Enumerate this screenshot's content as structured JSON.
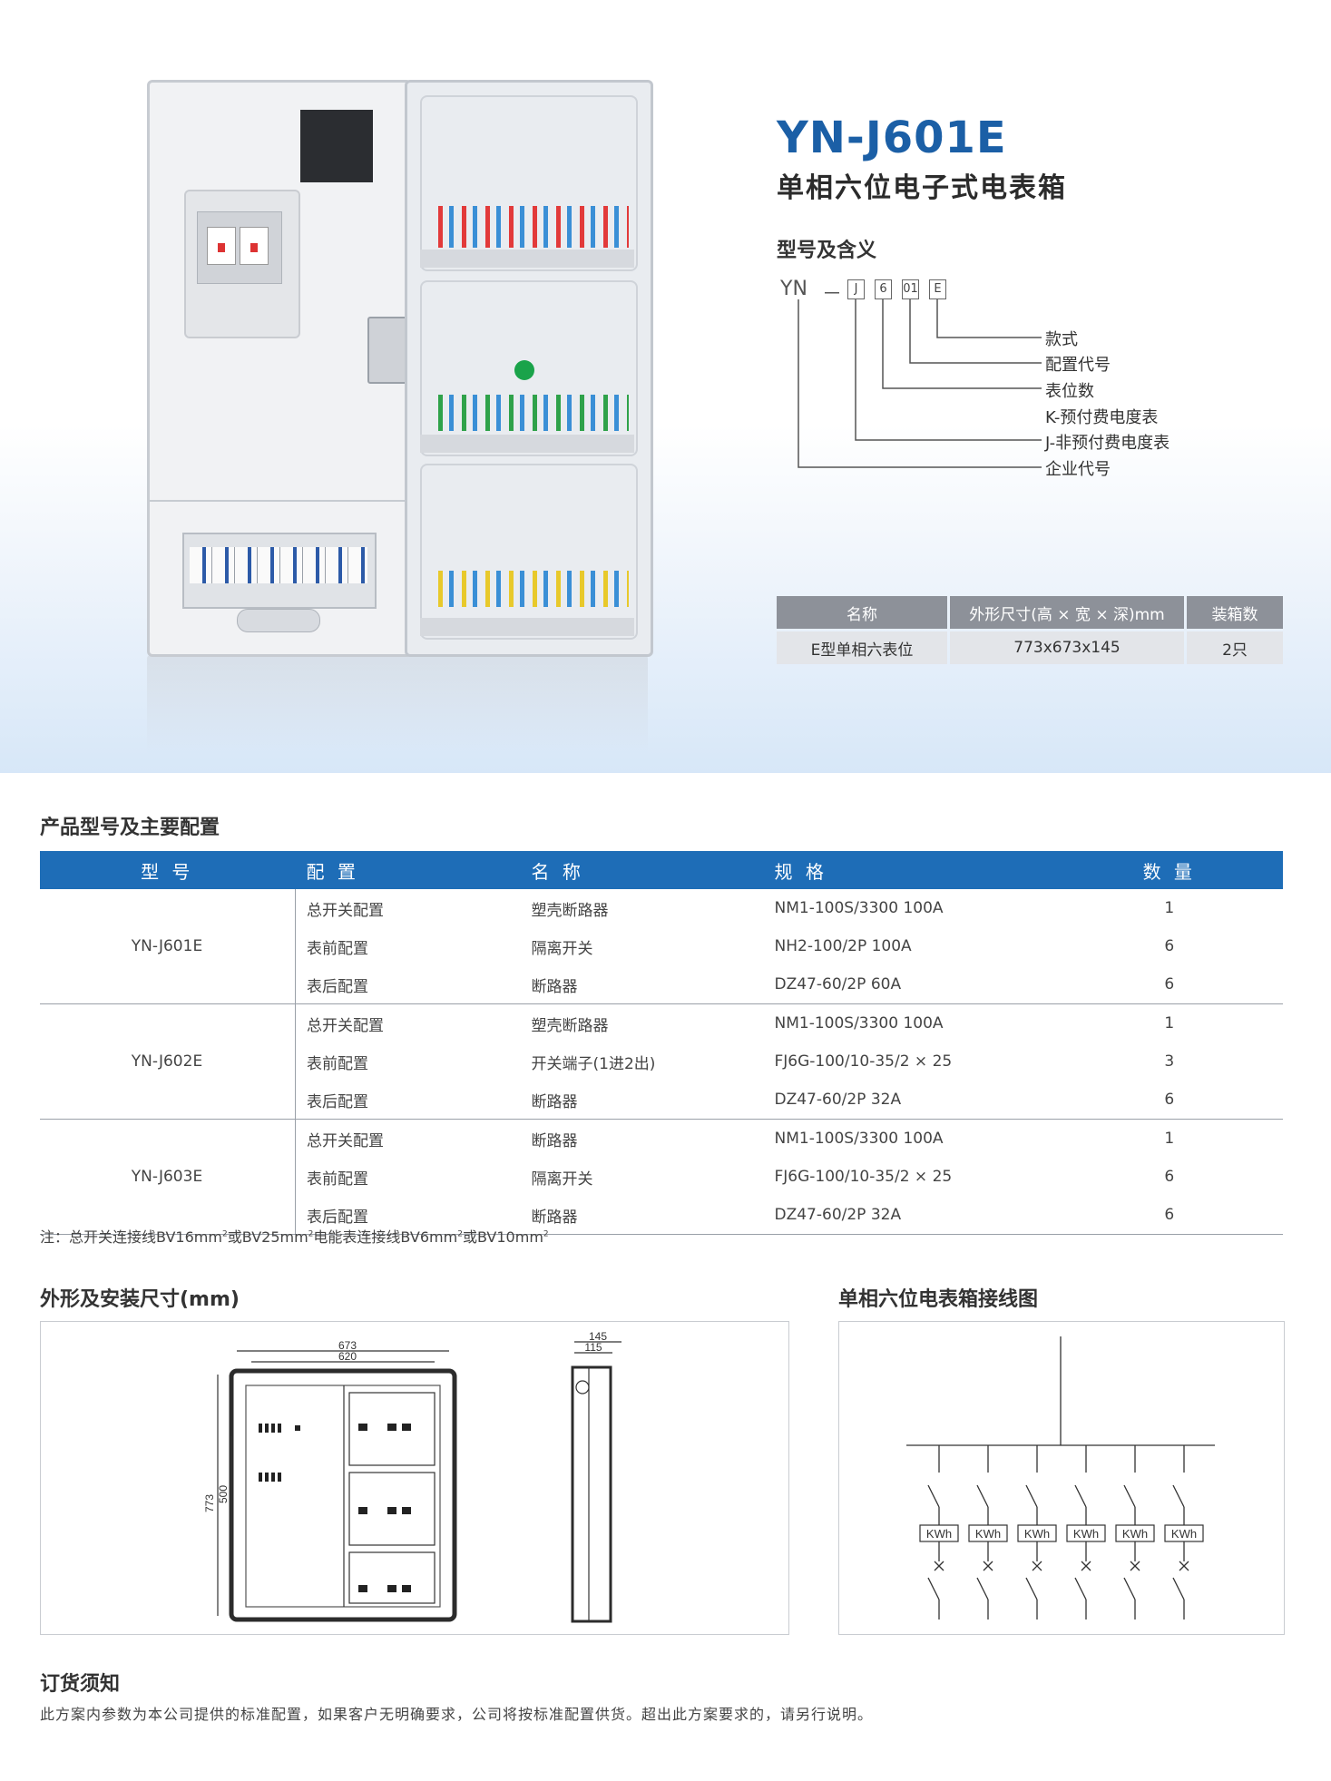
{
  "header": {
    "model": "YN-J601E",
    "subtitle": "单相六位电子式电表箱",
    "code_section_title": "型号及含义"
  },
  "code": {
    "prefix": "YN",
    "dash": "－",
    "boxes": [
      "J",
      "6",
      "01",
      "E"
    ],
    "labels": [
      "款式",
      "配置代号",
      "表位数",
      "K-预付费电度表",
      "J-非预付费电度表",
      "企业代号"
    ]
  },
  "spec_table": {
    "headers": [
      "名称",
      "外形尺寸(高 × 宽 × 深)mm",
      "装箱数"
    ],
    "row": [
      "E型单相六表位",
      "773x673x145",
      "2只"
    ]
  },
  "config": {
    "section_title": "产品型号及主要配置",
    "headers": [
      "型 号",
      "配 置",
      "名 称",
      "规 格",
      "数 量"
    ],
    "groups": [
      {
        "model": "YN-J601E",
        "rows": [
          [
            "总开关配置",
            "塑壳断路器",
            "NM1-100S/3300 100A",
            "1"
          ],
          [
            "表前配置",
            "隔离开关",
            "NH2-100/2P 100A",
            "6"
          ],
          [
            "表后配置",
            "断路器",
            "DZ47-60/2P 60A",
            "6"
          ]
        ]
      },
      {
        "model": "YN-J602E",
        "rows": [
          [
            "总开关配置",
            "塑壳断路器",
            "NM1-100S/3300 100A",
            "1"
          ],
          [
            "表前配置",
            "开关端子(1进2出)",
            "FJ6G-100/10-35/2 × 25",
            "3"
          ],
          [
            "表后配置",
            "断路器",
            "DZ47-60/2P 32A",
            "6"
          ]
        ]
      },
      {
        "model": "YN-J603E",
        "rows": [
          [
            "总开关配置",
            "断路器",
            "NM1-100S/3300 100A",
            "1"
          ],
          [
            "表前配置",
            "隔离开关",
            "FJ6G-100/10-35/2 × 25",
            "6"
          ],
          [
            "表后配置",
            "断路器",
            "DZ47-60/2P 32A",
            "6"
          ]
        ]
      }
    ],
    "note": {
      "a": "注：总开关连接线BV16mm",
      "b": "或BV25mm",
      "c": "电能表连接线BV6mm",
      "d": "或BV10mm",
      "sup": "2"
    }
  },
  "dimensions": {
    "title": "外形及安装尺寸(mm)",
    "width_outer": "673",
    "width_inner": "620",
    "height_outer": "773",
    "height_inner": "500",
    "depth_outer": "145",
    "depth_inner": "115"
  },
  "wiring": {
    "title": "单相六位电表箱接线图",
    "meter_label": "KWh",
    "meter_count": 6
  },
  "order": {
    "title": "订货须知",
    "text": "此方案内参数为本公司提供的标准配置，如果客户无明确要求，公司将按标准配置供货。超出此方案要求的，请另行说明。"
  },
  "colors": {
    "brand_blue": "#1b5fa6",
    "table_header_blue": "#1e6db7",
    "spec_header_gray": "#8d9199"
  }
}
